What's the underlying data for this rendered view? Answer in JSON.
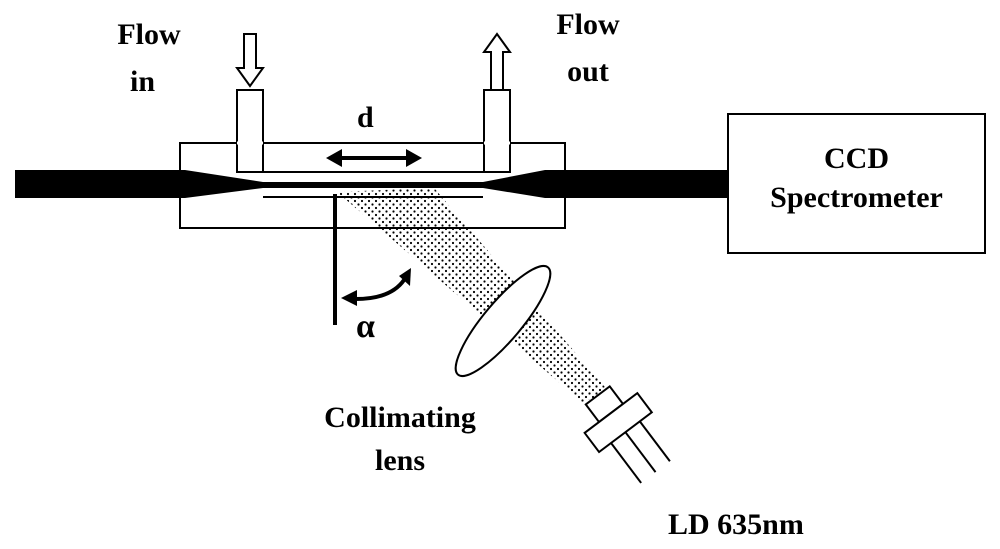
{
  "labels": {
    "flow_in_line1": "Flow",
    "flow_in_line2": "in",
    "flow_out_line1": "Flow",
    "flow_out_line2": "out",
    "distance": "d",
    "spectrometer_line1": "CCD",
    "spectrometer_line2": "Spectrometer",
    "angle": "α",
    "lens_line1": "Collimating",
    "lens_line2": "lens",
    "laser": "LD 635nm"
  },
  "colors": {
    "ink": "#000000",
    "background": "#ffffff"
  }
}
